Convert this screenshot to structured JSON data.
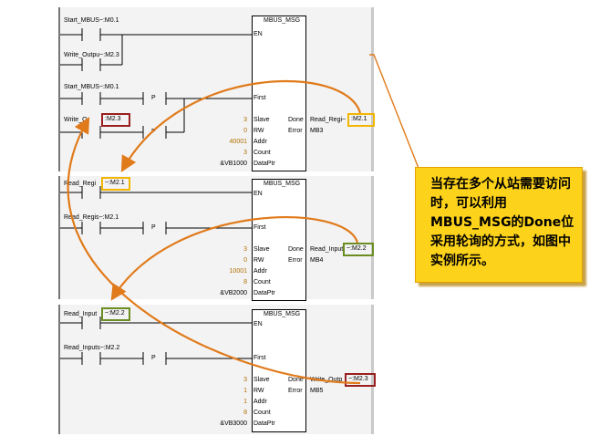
{
  "networks": [
    {
      "block": {
        "title": "MBUS_MSG",
        "en": "EN",
        "first": "First",
        "inputs": [
          {
            "value": "3",
            "pin": "Slave"
          },
          {
            "value": "0",
            "pin": "RW"
          },
          {
            "value": "40001",
            "pin": "Addr"
          },
          {
            "value": "3",
            "pin": "Count"
          },
          {
            "value": "&VB1000",
            "pin": "DataPtr"
          }
        ],
        "outputs": [
          {
            "pin": "Done",
            "target": "Read_Regi~"
          },
          {
            "pin": "Error",
            "target": "MB3"
          }
        ]
      },
      "contacts": [
        "Start_MBUS~:M0.1",
        "Write_Outpu~:M2.3",
        "Start_MBUS~:M0.1",
        "Write_O"
      ],
      "edge_label": "P",
      "hl_in": ":M2.3",
      "hl_out": ":M2.1"
    },
    {
      "block": {
        "title": "MBUS_MSG",
        "en": "EN",
        "first": "First",
        "inputs": [
          {
            "value": "3",
            "pin": "Slave"
          },
          {
            "value": "0",
            "pin": "RW"
          },
          {
            "value": "10001",
            "pin": "Addr"
          },
          {
            "value": "8",
            "pin": "Count"
          },
          {
            "value": "&VB2000",
            "pin": "DataPtr"
          }
        ],
        "outputs": [
          {
            "pin": "Done",
            "target": "Read_Input"
          },
          {
            "pin": "Error",
            "target": "MB4"
          }
        ]
      },
      "contacts": [
        "Read_Regi",
        "Read_Regis~:M2.1"
      ],
      "edge_label": "P",
      "hl_in": "~:M2.1",
      "hl_out": "~:M2.2"
    },
    {
      "block": {
        "title": "MBUS_MSG",
        "en": "EN",
        "first": "First",
        "inputs": [
          {
            "value": "3",
            "pin": "Slave"
          },
          {
            "value": "1",
            "pin": "RW"
          },
          {
            "value": "1",
            "pin": "Addr"
          },
          {
            "value": "8",
            "pin": "Count"
          },
          {
            "value": "&VB3000",
            "pin": "DataPtr"
          }
        ],
        "outputs": [
          {
            "pin": "Done",
            "target": "Write_Outp"
          },
          {
            "pin": "Error",
            "target": "MB5"
          }
        ]
      },
      "contacts": [
        "Read_Input",
        "Read_Inputs~:M2.2"
      ],
      "edge_label": "P",
      "hl_in": "~:M2.2",
      "hl_out": "~:M2.3"
    }
  ],
  "callout": {
    "text": "当存在多个从站需要访问时，可以利用MBUS_MSG的Done位采用轮询的方式，如图中实例所示。"
  },
  "colors": {
    "orange_arrow": "#e07a1a",
    "yellow_box": "#f2b600",
    "red_box": "#9a1f1f",
    "green_box": "#6b8e23",
    "callout_bg": "#fcd21b"
  }
}
